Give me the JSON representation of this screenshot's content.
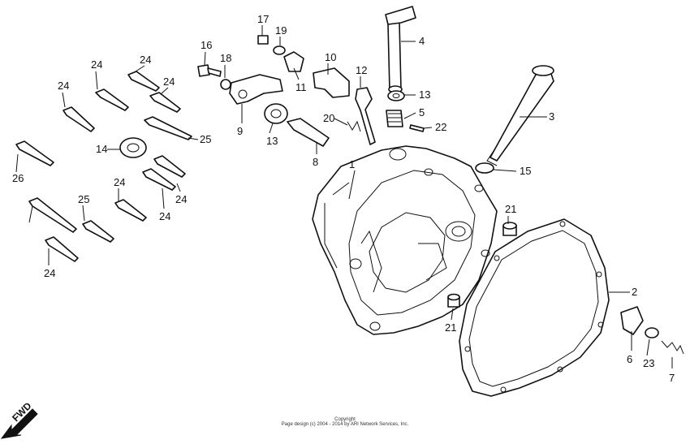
{
  "diagram": {
    "parts": [
      {
        "id": "p1",
        "label": "1"
      },
      {
        "id": "p2",
        "label": "2"
      },
      {
        "id": "p3",
        "label": "3"
      },
      {
        "id": "p4",
        "label": "4"
      },
      {
        "id": "p5",
        "label": "5"
      },
      {
        "id": "p6",
        "label": "6"
      },
      {
        "id": "p7",
        "label": "7"
      },
      {
        "id": "p8",
        "label": "8"
      },
      {
        "id": "p9",
        "label": "9"
      },
      {
        "id": "p10",
        "label": "10"
      },
      {
        "id": "p11",
        "label": "11"
      },
      {
        "id": "p12",
        "label": "12"
      },
      {
        "id": "p13a",
        "label": "13"
      },
      {
        "id": "p13b",
        "label": "13"
      },
      {
        "id": "p14",
        "label": "14"
      },
      {
        "id": "p15",
        "label": "15"
      },
      {
        "id": "p16",
        "label": "16"
      },
      {
        "id": "p17",
        "label": "17"
      },
      {
        "id": "p18",
        "label": "18"
      },
      {
        "id": "p19",
        "label": "19"
      },
      {
        "id": "p20",
        "label": "20"
      },
      {
        "id": "p21a",
        "label": "21"
      },
      {
        "id": "p21b",
        "label": "21"
      },
      {
        "id": "p22",
        "label": "22"
      },
      {
        "id": "p23",
        "label": "23"
      },
      {
        "id": "p24a",
        "label": "24"
      },
      {
        "id": "p24b",
        "label": "24"
      },
      {
        "id": "p24c",
        "label": "24"
      },
      {
        "id": "p24d",
        "label": "24"
      },
      {
        "id": "p24e",
        "label": "24"
      },
      {
        "id": "p24f",
        "label": "24"
      },
      {
        "id": "p24g",
        "label": "24"
      },
      {
        "id": "p24h",
        "label": "24"
      },
      {
        "id": "p25a",
        "label": "25"
      },
      {
        "id": "p25b",
        "label": "25"
      },
      {
        "id": "p26",
        "label": "26"
      }
    ],
    "fwd_label": "FWD",
    "copyright_line_1": "Copyright",
    "copyright_line_2": "Page design (c) 2004 - 2014 by ARI Network Services, Inc."
  }
}
